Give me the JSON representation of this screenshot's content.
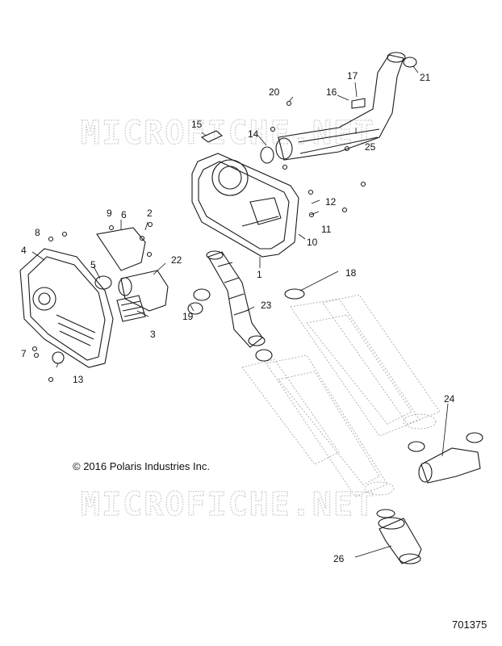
{
  "watermark": "MICROFICHE.NET",
  "copyright": "© 2016 Polaris Industries Inc.",
  "doc_number": "701375",
  "callouts": [
    "1",
    "2",
    "3",
    "4",
    "5",
    "6",
    "7",
    "8",
    "9",
    "10",
    "11",
    "12",
    "13",
    "14",
    "15",
    "16",
    "17",
    "18",
    "19",
    "20",
    "21",
    "22",
    "23",
    "24",
    "25",
    "26"
  ],
  "colors": {
    "line": "#1a1a1a",
    "watermark": "#c9c9c9",
    "ghost": "#a9a9a9"
  }
}
